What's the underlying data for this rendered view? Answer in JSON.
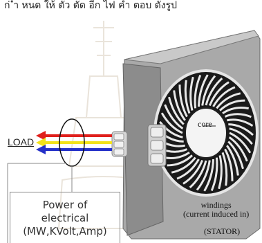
{
  "header_text": "ก่ ำ หนด ให้ ตัว ตัด อีก ไฟ คำ ตอบ ดังรูป",
  "labels": {
    "load": "LOAD",
    "core": "core",
    "windings_line1": "windings",
    "windings_line2": "(current induced in)",
    "stator": "(STATOR)"
  },
  "power_box": {
    "line1": "Power of",
    "line2": "electrical",
    "line3": "(MW,KVolt,Amp)"
  },
  "colors": {
    "wire_red": "#e0201c",
    "wire_yellow": "#f2e21a",
    "wire_blue": "#2430c8",
    "stator_body": "#9a9a9a",
    "winding_dark": "#111111"
  }
}
